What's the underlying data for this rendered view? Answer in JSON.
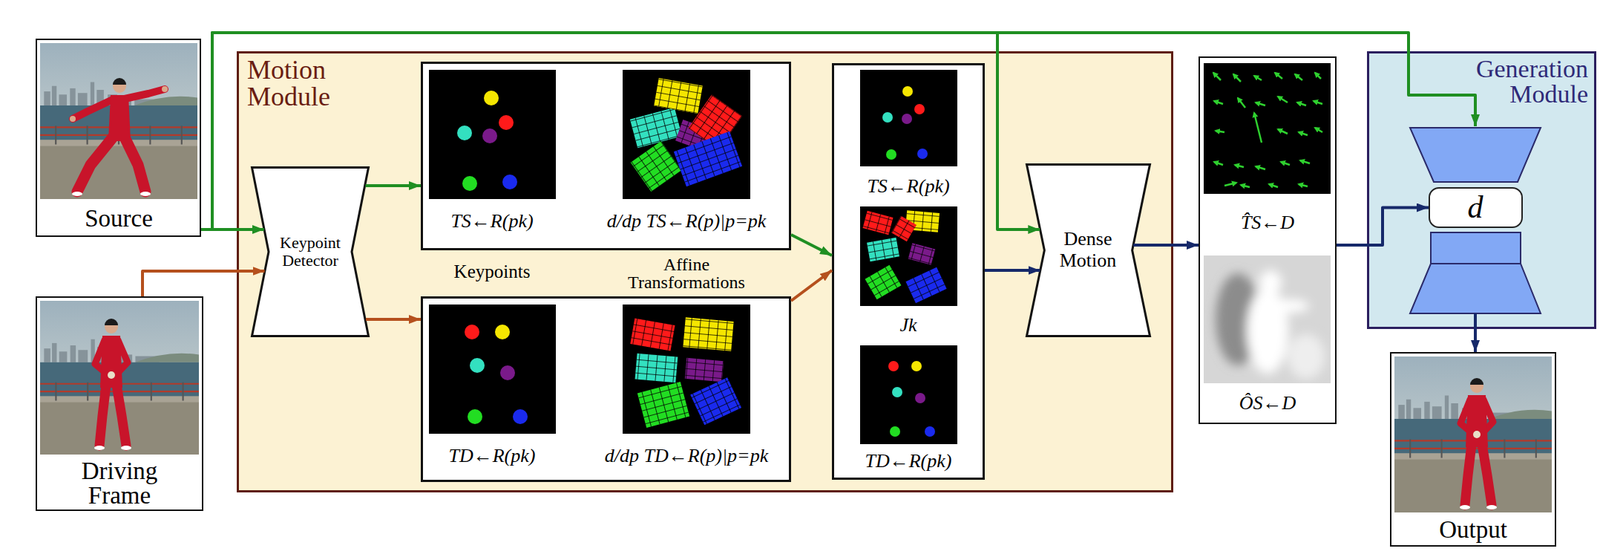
{
  "diagram": {
    "nodes": [
      {
        "text": [
          "Source"
        ]
      },
      {
        "text": [
          "Driving Frame"
        ]
      },
      {
        "text": [
          "Motion Module"
        ]
      },
      {
        "text": [
          "Keypoint Detector"
        ],
        "in": 2
      },
      {
        "text": [
          "TS←R(pk)",
          "d/dp TS←R(p)|p=pk"
        ],
        "in": 2
      },
      {
        "text": [
          "TD←R(pk)",
          "d/dp TD←R(p)|p=pk"
        ],
        "in": 2
      },
      {
        "text": [
          "TS←R(pk)",
          "Jk",
          "TD←R(pk)"
        ],
        "in": 2
      },
      {
        "text": [
          "Dense Motion"
        ],
        "in": 2
      },
      {
        "text": [
          "T̂S←D",
          "ÔS←D"
        ]
      },
      {
        "text": [
          "Generation Module"
        ]
      },
      {
        "text": [
          "d"
        ],
        "in": 9
      },
      {
        "text": [
          "Output"
        ]
      }
    ],
    "edges": [
      {
        "from": 0,
        "to": 3,
        "arrow": "to"
      },
      {
        "from": 1,
        "to": 3,
        "arrow": "to"
      },
      {
        "from": 0,
        "to": 7,
        "arrow": "to"
      },
      {
        "from": 0,
        "to": 9,
        "arrow": "to"
      },
      {
        "from": 3,
        "to": 4,
        "arrow": "to"
      },
      {
        "from": 3,
        "to": 5,
        "arrow": "to"
      },
      {
        "from": 4,
        "to": 6,
        "arrow": "to"
      },
      {
        "from": 5,
        "to": 6,
        "arrow": "to"
      },
      {
        "from": 6,
        "to": 7,
        "arrow": "to"
      },
      {
        "from": 7,
        "to": 8,
        "arrow": "to"
      },
      {
        "from": 8,
        "to": 10,
        "arrow": "to"
      },
      {
        "from": 9,
        "to": 11,
        "arrow": "to"
      }
    ],
    "labels": [
      "Keypoints",
      "Affine Transformations"
    ]
  }
}
